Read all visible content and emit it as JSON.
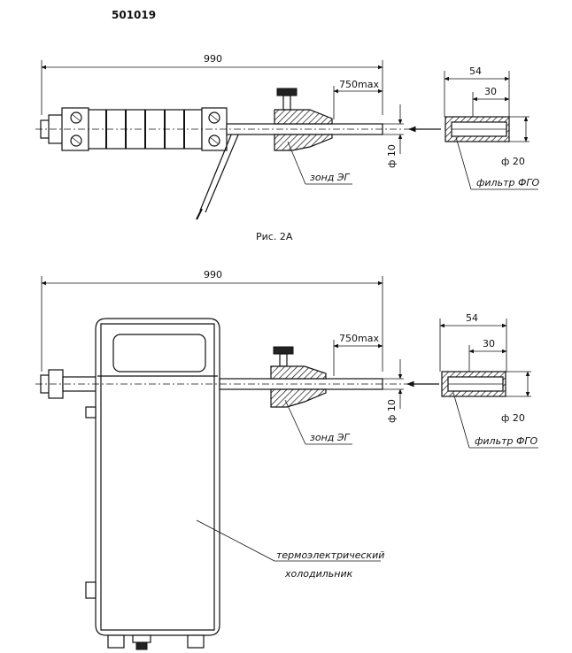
{
  "document": {
    "number": "501019"
  },
  "figure_a": {
    "caption": "Рис. 2А",
    "dim_total": "990",
    "dim_insert": "750max",
    "dim_diameter_probe": "ф 10",
    "probe_label": "зонд ЭГ",
    "filter_dim_outer": "54",
    "filter_dim_inner": "30",
    "filter_diameter": "ф 20",
    "filter_label": "фильтр ФГО"
  },
  "figure_b": {
    "dim_total": "990",
    "dim_insert": "750max",
    "dim_diameter_probe": "ф 10",
    "probe_label": "зонд ЭГ",
    "filter_dim_outer": "54",
    "filter_dim_inner": "30",
    "filter_diameter": "ф 20",
    "filter_label": "фильтр ФГО",
    "cooler_label_line1": "термоэлектрический",
    "cooler_label_line2": "холодильник"
  }
}
